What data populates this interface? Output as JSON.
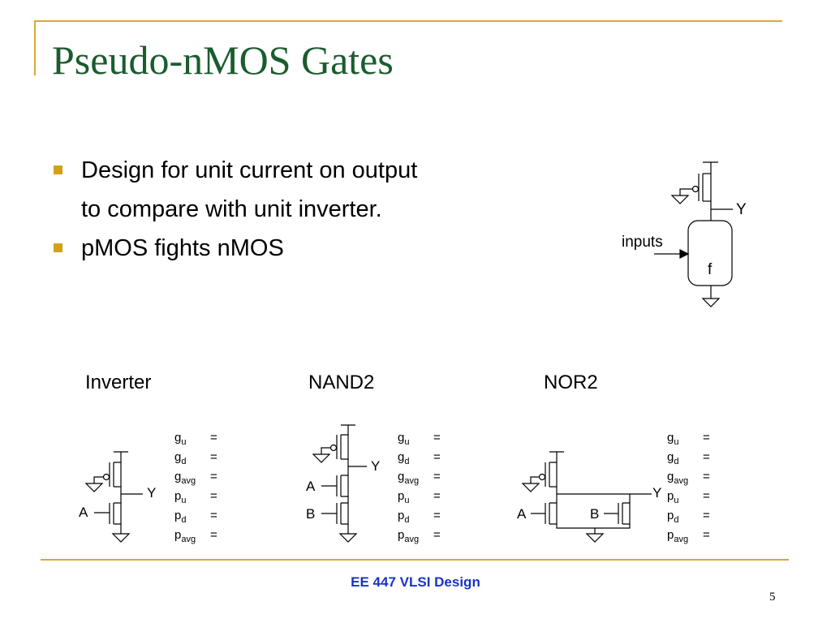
{
  "slide": {
    "title": "Pseudo-nMOS Gates",
    "bullets": [
      {
        "lines": [
          "Design for unit current on output",
          "to compare with unit inverter."
        ]
      },
      {
        "lines": [
          "pMOS fights nMOS"
        ]
      }
    ],
    "top_diagram": {
      "output_label": "Y",
      "inputs_label": "inputs",
      "block_label": "f"
    },
    "gates": [
      {
        "heading": "Inverter",
        "input_labels": [
          "A"
        ],
        "output_label": "Y"
      },
      {
        "heading": "NAND2",
        "input_labels": [
          "A",
          "B"
        ],
        "output_label": "Y"
      },
      {
        "heading": "NOR2",
        "input_labels": [
          "A",
          "B"
        ],
        "output_label": "Y"
      }
    ],
    "effort_formula": [
      {
        "base": "g",
        "sub": "u",
        "eq": "="
      },
      {
        "base": "g",
        "sub": "d",
        "eq": "="
      },
      {
        "base": "g",
        "sub": "avg",
        "eq": "="
      },
      {
        "base": "p",
        "sub": "u",
        "eq": "="
      },
      {
        "base": "p",
        "sub": "d",
        "eq": "="
      },
      {
        "base": "p",
        "sub": "avg",
        "eq": "="
      }
    ],
    "footer": {
      "course": "EE 447 VLSI Design",
      "page_number": "5"
    },
    "colors": {
      "title": "#1a5c2e",
      "bullet_marker": "#d4a017",
      "frame": "#d9a73a",
      "footer": "#1a33c8"
    }
  }
}
